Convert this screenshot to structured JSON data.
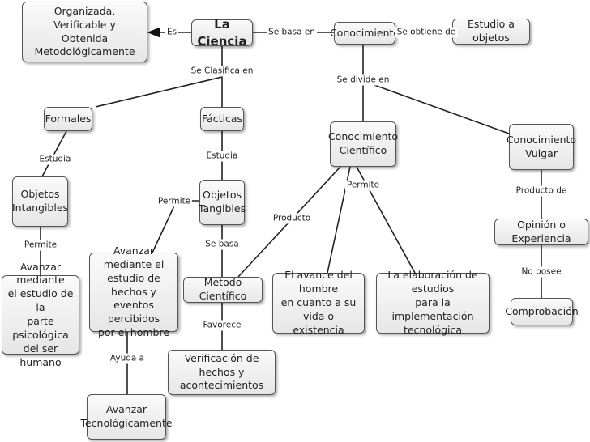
{
  "nodes": {
    "ciencia": "La Ciencia",
    "organizada": "Organizada,\nVerificable y\nObtenida Metodológicamente",
    "conocimiento": "Conocimiento",
    "estudio_objetos": "Estudio a objetos",
    "formales": "Formales",
    "facticas": "Fácticas",
    "conocimiento_cientifico": "Conocimiento\nCientífico",
    "conocimiento_vulgar": "Conocimiento\nVulgar",
    "objetos_intangibles": "Objetos\nIntangibles",
    "objetos_tangibles": "Objetos\nTangibles",
    "opinion_experiencia": "Opinión o Experiencia",
    "avanzar_psicologica": "Avanzar mediante\nel estudio de la\nparte psicológica\ndel ser humano",
    "avanzar_hechos": "Avanzar mediante el\nestudio de hechos y\neventos percibidos\npor el hombre",
    "metodo_cientifico": "Método Científico",
    "avance_hombre": "El avance del hombre\nen cuanto a su vida o\nexistencia",
    "elaboracion_estudios": "La elaboración de estudios\npara la implementación\ntecnológica",
    "comprobacion": "Comprobación",
    "verificacion": "Verificación de\nhechos y acontecimientos",
    "avanzar_tecnologicamente": "Avanzar\nTecnológicamente"
  },
  "links": {
    "es": "Es",
    "se_basa_en": "Se basa en",
    "se_obtiene_de": "Se obtiene de",
    "se_clasifica_en": "Se Clasifica en",
    "se_divide_en": "Se divide en",
    "estudia_formales": "Estudia",
    "estudia_facticas": "Estudia",
    "permite_intangibles": "Permite",
    "permite_tangibles": "Permite",
    "se_basa": "Se basa",
    "producto": "Producto",
    "permite_cientifico": "Permite",
    "producto_de": "Producto de",
    "no_posee": "No posee",
    "favorece": "Favorece",
    "ayuda_a": "Ayuda a"
  }
}
